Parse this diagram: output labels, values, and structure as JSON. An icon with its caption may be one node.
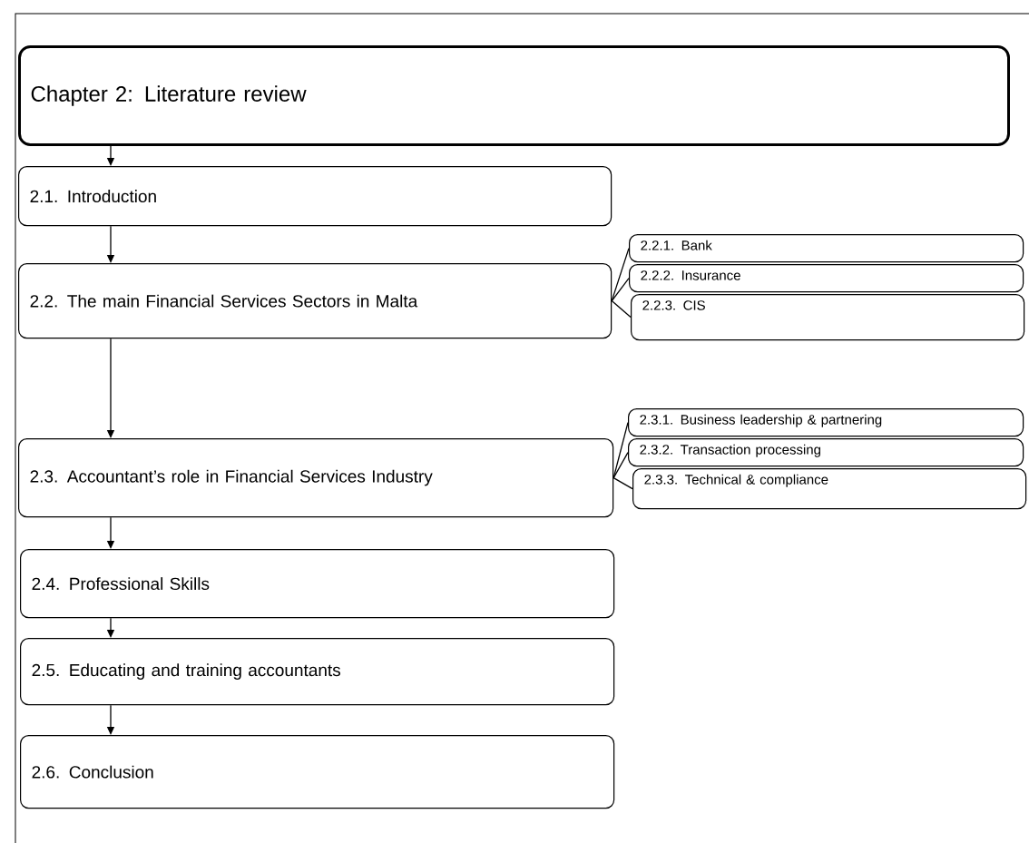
{
  "diagram": {
    "nodes": [
      {
        "text": [
          "Chapter 2:  Literature review"
        ]
      },
      {
        "text": [
          "2.1. Introduction"
        ]
      },
      {
        "text": [
          "2.2. The main Financial Services Sectors in Malta"
        ]
      },
      {
        "text": [
          "2.2.1. Bank"
        ]
      },
      {
        "text": [
          "2.2.2. Insurance"
        ]
      },
      {
        "text": [
          "2.2.3. CIS"
        ]
      },
      {
        "text": [
          "2.3. Accountant’s role in Financial Services Industry"
        ]
      },
      {
        "text": [
          "2.3.1. Business leadership & partnering"
        ]
      },
      {
        "text": [
          "2.3.2. Transaction processing"
        ]
      },
      {
        "text": [
          "2.3.3. Technical & compliance"
        ]
      },
      {
        "text": [
          "2.4. Professional Skills"
        ]
      },
      {
        "text": [
          "2.5. Educating and training accountants"
        ]
      },
      {
        "text": [
          "2.6. Conclusion"
        ]
      }
    ],
    "edges": [
      {
        "from": 0,
        "to": 1,
        "arrow": "to"
      },
      {
        "from": 1,
        "to": 2,
        "arrow": "to"
      },
      {
        "from": 2,
        "to": 3,
        "arrow": "none"
      },
      {
        "from": 2,
        "to": 4,
        "arrow": "none"
      },
      {
        "from": 2,
        "to": 5,
        "arrow": "none"
      },
      {
        "from": 2,
        "to": 6,
        "arrow": "to"
      },
      {
        "from": 6,
        "to": 7,
        "arrow": "none"
      },
      {
        "from": 6,
        "to": 8,
        "arrow": "none"
      },
      {
        "from": 6,
        "to": 9,
        "arrow": "none"
      },
      {
        "from": 6,
        "to": 10,
        "arrow": "to"
      },
      {
        "from": 10,
        "to": 11,
        "arrow": "to"
      },
      {
        "from": 11,
        "to": 12,
        "arrow": "to"
      }
    ]
  }
}
